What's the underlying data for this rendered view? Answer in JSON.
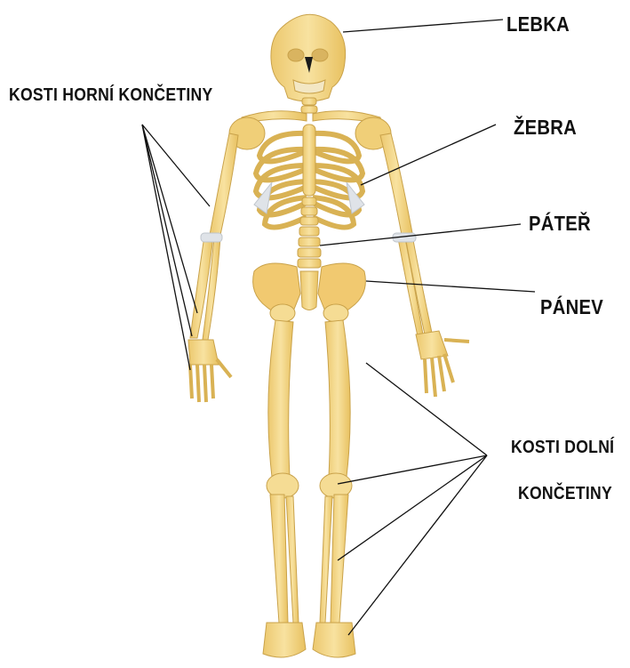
{
  "labels": {
    "skull": "LEBKA",
    "upper_limb_bones": "KOSTI HORNÍ KONČETINY",
    "ribs": "ŽEBRA",
    "spine": "PÁTEŘ",
    "pelvis": "PÁNEV",
    "lower_limb_bones_line1": "KOSTI DOLNÍ",
    "lower_limb_bones_line2": "KONČETINY"
  },
  "colors": {
    "bone": "#f5d98c",
    "bone_shadow": "#e8c46a",
    "bone_outline": "#c9a24a",
    "cartilage": "#dfe3e8",
    "leader_line": "#111111",
    "text": "#111111"
  }
}
